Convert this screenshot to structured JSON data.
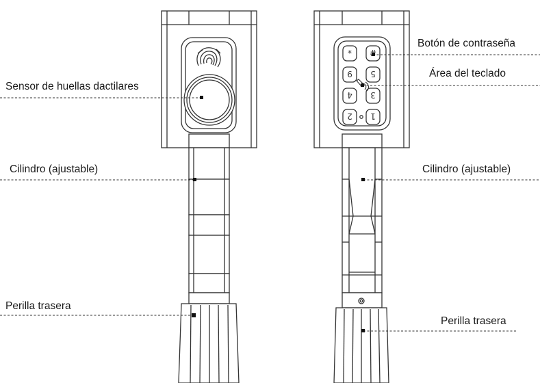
{
  "labels": {
    "fingerprint_sensor": "Sensor de huellas dactilares",
    "cylinder_left": "Cilindro (ajustable)",
    "rear_knob_left": "Perilla trasera",
    "password_button": "Botón de contraseña",
    "keypad_area": "Área del teclado",
    "cylinder_right": "Cilindro (ajustable)",
    "rear_knob_right": "Perilla trasera"
  },
  "keypad": {
    "keys": [
      {
        "row": 1,
        "left": "*",
        "right": "#"
      },
      {
        "row": 2,
        "left": "9",
        "right": "5"
      },
      {
        "row": 3,
        "left": "4",
        "right": "3"
      },
      {
        "row": 4,
        "left": "2",
        "right": "1"
      }
    ]
  },
  "colors": {
    "line": "#333333",
    "background": "#ffffff"
  }
}
